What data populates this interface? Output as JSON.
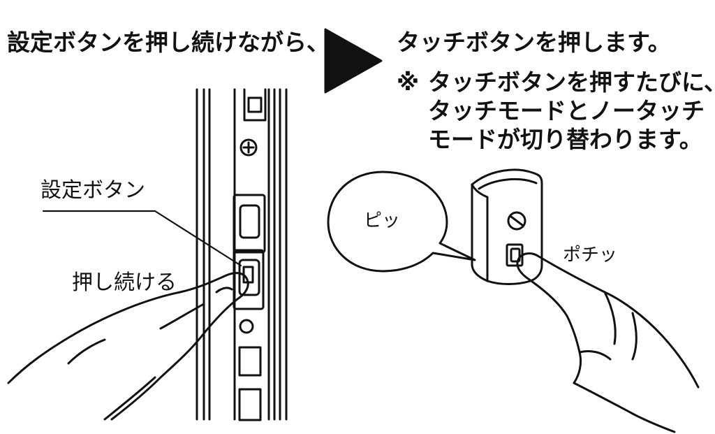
{
  "instructions": {
    "step_one": "設定ボタンを押し続けながら、",
    "step_two": "タッチボタンを押します。",
    "note_mark": "※",
    "note_lines": [
      "タッチボタンを押すたびに、",
      "タッチモードとノータッチ",
      "モードが切り替わります。"
    ]
  },
  "left_panel": {
    "button_label": "設定ボタン",
    "action_label": "押し続ける"
  },
  "right_panel": {
    "beep_sound": "ピッ",
    "press_sound": "ポチッ"
  },
  "colors": {
    "ink": "#111111",
    "arrow": "#111111",
    "background": "#ffffff"
  }
}
